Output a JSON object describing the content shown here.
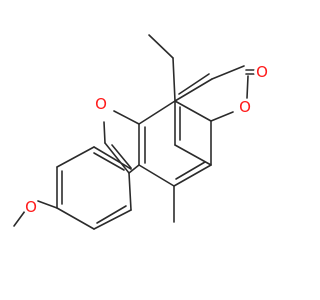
{
  "molecule": {
    "atom_labels": {
      "furan_oxygen": "O",
      "pyranone_ring_oxygen": "O",
      "carbonyl_oxygen": "O",
      "methoxy_oxygen": "O"
    },
    "colors": {
      "bond": "#2b2b2b",
      "heteroatom": "#ff1a1a",
      "background": "#ffffff"
    }
  }
}
